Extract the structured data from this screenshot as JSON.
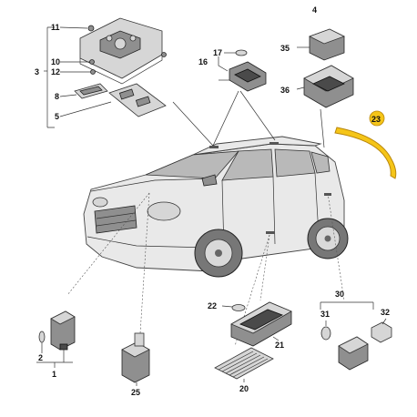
{
  "labels": {
    "l1": "1",
    "l2": "2",
    "l3": "3",
    "l4": "4",
    "l5": "5",
    "l8": "8",
    "l10": "10",
    "l11": "11",
    "l12": "12",
    "l16": "16",
    "l17": "17",
    "l20": "20",
    "l21": "21",
    "l22": "22",
    "l23": "23",
    "l25": "25",
    "l30": "30",
    "l31": "31",
    "l32": "32",
    "l35": "35",
    "l36": "36"
  },
  "colors": {
    "highlight": "#f5c518",
    "highlight_stroke": "#b8860b",
    "car_body": "#e9e9e9",
    "part_light": "#d6d6d6",
    "part_dark": "#8f8f8f"
  }
}
